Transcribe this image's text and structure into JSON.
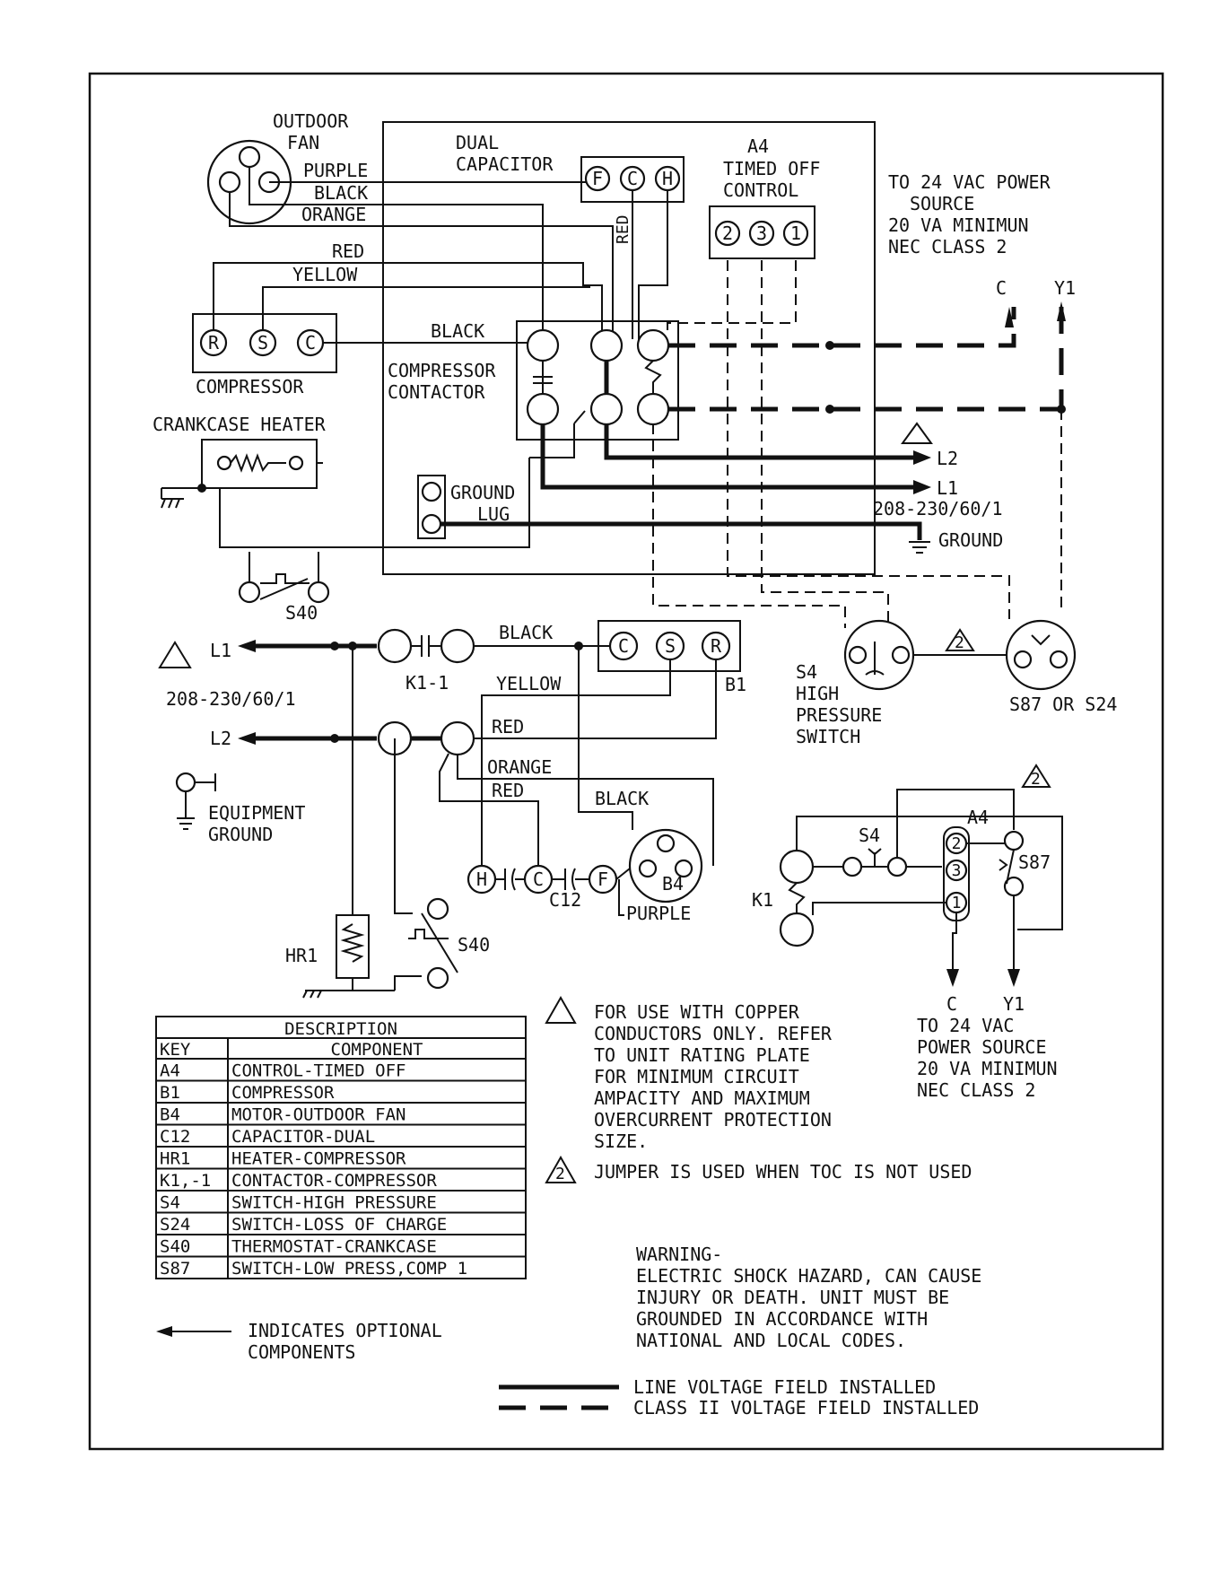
{
  "top_section": {
    "outdoor_fan": [
      "OUTDOOR",
      "FAN"
    ],
    "wire_purple": "PURPLE",
    "wire_black_1": "BLACK",
    "wire_orange": "ORANGE",
    "wire_red_1": "RED",
    "wire_yellow": "YELLOW",
    "dual_capacitor": [
      "DUAL",
      "CAPACITOR"
    ],
    "cap_terminals": [
      "F",
      "C",
      "H"
    ],
    "wire_red_vertical": "RED",
    "timed_off_control": [
      "A4",
      "TIMED OFF",
      "CONTROL"
    ],
    "toc_terminals": [
      "2",
      "3",
      "1"
    ],
    "power_source_note": [
      "TO 24 VAC POWER",
      "SOURCE",
      "20 VA MINIMUN",
      "NEC CLASS 2"
    ],
    "term_c": "C",
    "term_y1": "Y1",
    "compressor_terminals": [
      "R",
      "S",
      "C"
    ],
    "compressor_label": "COMPRESSOR",
    "wire_black_2": "BLACK",
    "contactor_label": [
      "COMPRESSOR",
      "CONTACTOR"
    ],
    "crankcase_heater": "CRANKCASE HEATER",
    "ground_lug": [
      "GROUND",
      "LUG"
    ],
    "l2": "L2",
    "l1": "L1",
    "supply": "208-230/60/1",
    "ground": "GROUND",
    "s40": "S40",
    "s4_label": [
      "S4",
      "HIGH",
      "PRESSURE",
      "SWITCH"
    ],
    "s87_label": "S87 OR S24",
    "note2_mark": "2"
  },
  "ladder": {
    "l1": "L1",
    "supply": "208-230/60/1",
    "l2": "L2",
    "k1_1": "K1-1",
    "wire_black": "BLACK",
    "comp_terminals": [
      "C",
      "S",
      "R"
    ],
    "b1": "B1",
    "wire_yellow": "YELLOW",
    "wire_red": "RED",
    "wire_orange": "ORANGE",
    "wire_red_2": "RED",
    "wire_black_2": "BLACK",
    "equipment_ground": [
      "EQUIPMENT",
      "GROUND"
    ],
    "cap_terminals": [
      "H",
      "C",
      "F"
    ],
    "c12": "C12",
    "b4": "B4",
    "purple": "PURPLE",
    "hr1": "HR1",
    "s40": "S40"
  },
  "control": {
    "s4": "S4",
    "a4": "A4",
    "s87": "S87",
    "k1": "K1",
    "toc_terminals": [
      "2",
      "3",
      "1"
    ],
    "term_c": "C",
    "term_y1": "Y1",
    "power_note": [
      "TO 24 VAC",
      "POWER SOURCE",
      "20 VA MINIMUN",
      "NEC CLASS 2"
    ],
    "note2_mark": "2"
  },
  "legend_table": {
    "title": "DESCRIPTION",
    "headers": [
      "KEY",
      "COMPONENT"
    ],
    "rows": [
      [
        "A4",
        "CONTROL-TIMED OFF"
      ],
      [
        "B1",
        "COMPRESSOR"
      ],
      [
        "B4",
        "MOTOR-OUTDOOR FAN"
      ],
      [
        "C12",
        "CAPACITOR-DUAL"
      ],
      [
        "HR1",
        "HEATER-COMPRESSOR"
      ],
      [
        "K1,-1",
        "CONTACTOR-COMPRESSOR"
      ],
      [
        "S4",
        "SWITCH-HIGH PRESSURE"
      ],
      [
        "S24",
        "SWITCH-LOSS OF CHARGE"
      ],
      [
        "S40",
        "THERMOSTAT-CRANKCASE"
      ],
      [
        "S87",
        "SWITCH-LOW PRESS,COMP 1"
      ]
    ]
  },
  "notes": {
    "note1": [
      "FOR USE WITH COPPER",
      "CONDUCTORS ONLY. REFER",
      "TO UNIT RATING PLATE",
      "FOR MINIMUM CIRCUIT",
      "AMPACITY AND MAXIMUM",
      "OVERCURRENT PROTECTION",
      "SIZE."
    ],
    "note2_mark": "2",
    "note2": "JUMPER IS USED WHEN TOC IS NOT USED",
    "warning": [
      "WARNING-",
      "ELECTRIC SHOCK HAZARD, CAN CAUSE",
      "INJURY OR DEATH. UNIT MUST BE",
      "GROUNDED IN ACCORDANCE WITH",
      "NATIONAL AND LOCAL CODES."
    ],
    "optional": [
      "INDICATES OPTIONAL",
      "COMPONENTS"
    ],
    "line_voltage": "LINE VOLTAGE FIELD INSTALLED",
    "class2": "CLASS II VOLTAGE FIELD INSTALLED"
  }
}
